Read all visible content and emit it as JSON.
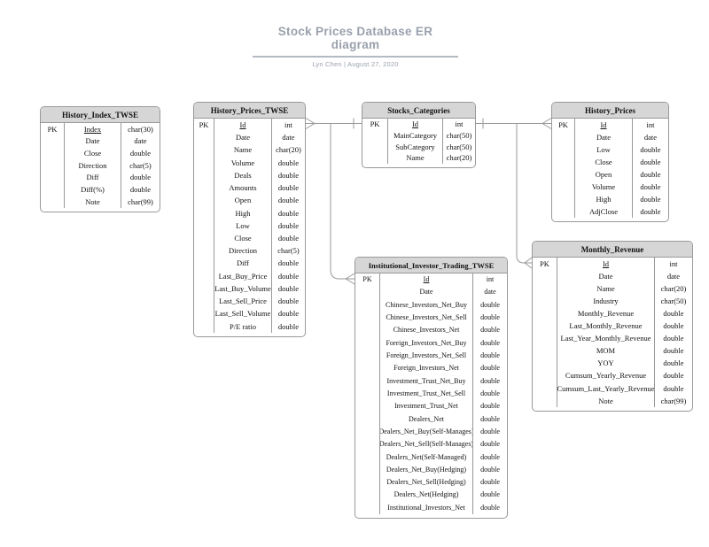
{
  "page": {
    "title": "Stock Prices Database ER diagram",
    "subtitle": "Lyn Chen  |  August 27, 2020"
  },
  "colors": {
    "table_header_fill": "#d6d6d6",
    "table_border": "#999999",
    "connector_line": "#999999",
    "title_text": "#9aa1ad"
  },
  "tables": {
    "history_index_twse": {
      "title": "History_Index_TWSE",
      "pk_label": "PK",
      "rows": [
        [
          "Index",
          "char(30)"
        ],
        [
          "Date",
          "date"
        ],
        [
          "Close",
          "double"
        ],
        [
          "Direction",
          "char(5)"
        ],
        [
          "Diff",
          "double"
        ],
        [
          "Diff(%)",
          "double"
        ],
        [
          "Note",
          "char(99)"
        ]
      ]
    },
    "history_prices_twse": {
      "title": "History_Prices_TWSE",
      "pk_label": "PK",
      "rows": [
        [
          "Id",
          "int"
        ],
        [
          "Date",
          "date"
        ],
        [
          "Name",
          "char(20)"
        ],
        [
          "Volume",
          "double"
        ],
        [
          "Deals",
          "double"
        ],
        [
          "Amounts",
          "double"
        ],
        [
          "Open",
          "double"
        ],
        [
          "High",
          "double"
        ],
        [
          "Low",
          "double"
        ],
        [
          "Close",
          "double"
        ],
        [
          "Direction",
          "char(5)"
        ],
        [
          "Diff",
          "double"
        ],
        [
          "Last_Buy_Price",
          "double"
        ],
        [
          "Last_Buy_Volume",
          "double"
        ],
        [
          "Last_Sell_Price",
          "double"
        ],
        [
          "Last_Sell_Volume",
          "double"
        ],
        [
          "P/E ratio",
          "double"
        ]
      ]
    },
    "stocks_categories": {
      "title": "Stocks_Categories",
      "pk_label": "PK",
      "rows": [
        [
          "Id",
          "int"
        ],
        [
          "MainCategory",
          "char(50)"
        ],
        [
          "SubCategory",
          "char(50)"
        ],
        [
          "Name",
          "char(20)"
        ]
      ]
    },
    "history_prices": {
      "title": "History_Prices",
      "pk_label": "PK",
      "rows": [
        [
          "Id",
          "int"
        ],
        [
          "Date",
          "date"
        ],
        [
          "Low",
          "double"
        ],
        [
          "Close",
          "double"
        ],
        [
          "Open",
          "double"
        ],
        [
          "Volume",
          "double"
        ],
        [
          "High",
          "double"
        ],
        [
          "AdjClose",
          "double"
        ]
      ]
    },
    "monthly_revenue": {
      "title": "Monthly_Revenue",
      "pk_label": "PK",
      "rows": [
        [
          "Id",
          "int"
        ],
        [
          "Date",
          "date"
        ],
        [
          "Name",
          "char(20)"
        ],
        [
          "Industry",
          "char(50)"
        ],
        [
          "Monthly_Revenue",
          "double"
        ],
        [
          "Last_Monthly_Revenue",
          "double"
        ],
        [
          "Last_Year_Monthly_Revenue",
          "double"
        ],
        [
          "MOM",
          "double"
        ],
        [
          "YOY",
          "double"
        ],
        [
          "Cumsum_Yearly_Revenue",
          "double"
        ],
        [
          "Cumsum_Last_Yearly_Revenue",
          "double"
        ],
        [
          "Note",
          "char(99)"
        ]
      ]
    },
    "institutional_investor_trading_twse": {
      "title": "Institutional_Investor_Trading_TWSE",
      "pk_label": "PK",
      "rows": [
        [
          "Id",
          "int"
        ],
        [
          "Date",
          "date"
        ],
        [
          "Chinese_Investors_Net_Buy",
          "double"
        ],
        [
          "Chinese_Investors_Net_Sell",
          "double"
        ],
        [
          "Chinese_Investors_Net",
          "double"
        ],
        [
          "Foreign_Investors_Net_Buy",
          "double"
        ],
        [
          "Foreign_Investors_Net_Sell",
          "double"
        ],
        [
          "Foreign_Investors_Net",
          "double"
        ],
        [
          "Investment_Trust_Net_Buy",
          "double"
        ],
        [
          "Investment_Trust_Net_Sell",
          "double"
        ],
        [
          "Investment_Trust_Net",
          "double"
        ],
        [
          "Dealers_Net",
          "double"
        ],
        [
          "Dealers_Net_Buy(Self-Manages)",
          "double"
        ],
        [
          "Dealers_Net_Sell(Self-Manages)",
          "double"
        ],
        [
          "Dealers_Net(Self-Managed)",
          "double"
        ],
        [
          "Dealers_Net_Buy(Hedging)",
          "double"
        ],
        [
          "Dealers_Net_Sell(Hedging)",
          "double"
        ],
        [
          "Dealers_Net(Hedging)",
          "double"
        ],
        [
          "Institutional_Investors_Net",
          "double"
        ]
      ]
    }
  },
  "relationships": [
    {
      "from": "History_Prices_TWSE",
      "from_cardinality": "many",
      "to": "Stocks_Categories",
      "to_cardinality": "one"
    },
    {
      "from": "History_Prices",
      "from_cardinality": "many",
      "to": "Stocks_Categories",
      "to_cardinality": "one"
    },
    {
      "from": "Institutional_Investor_Trading_TWSE",
      "from_cardinality": "many",
      "to": "Stocks_Categories",
      "to_cardinality": "one"
    },
    {
      "from": "Monthly_Revenue",
      "from_cardinality": "many",
      "to": "Stocks_Categories",
      "to_cardinality": "one"
    }
  ]
}
